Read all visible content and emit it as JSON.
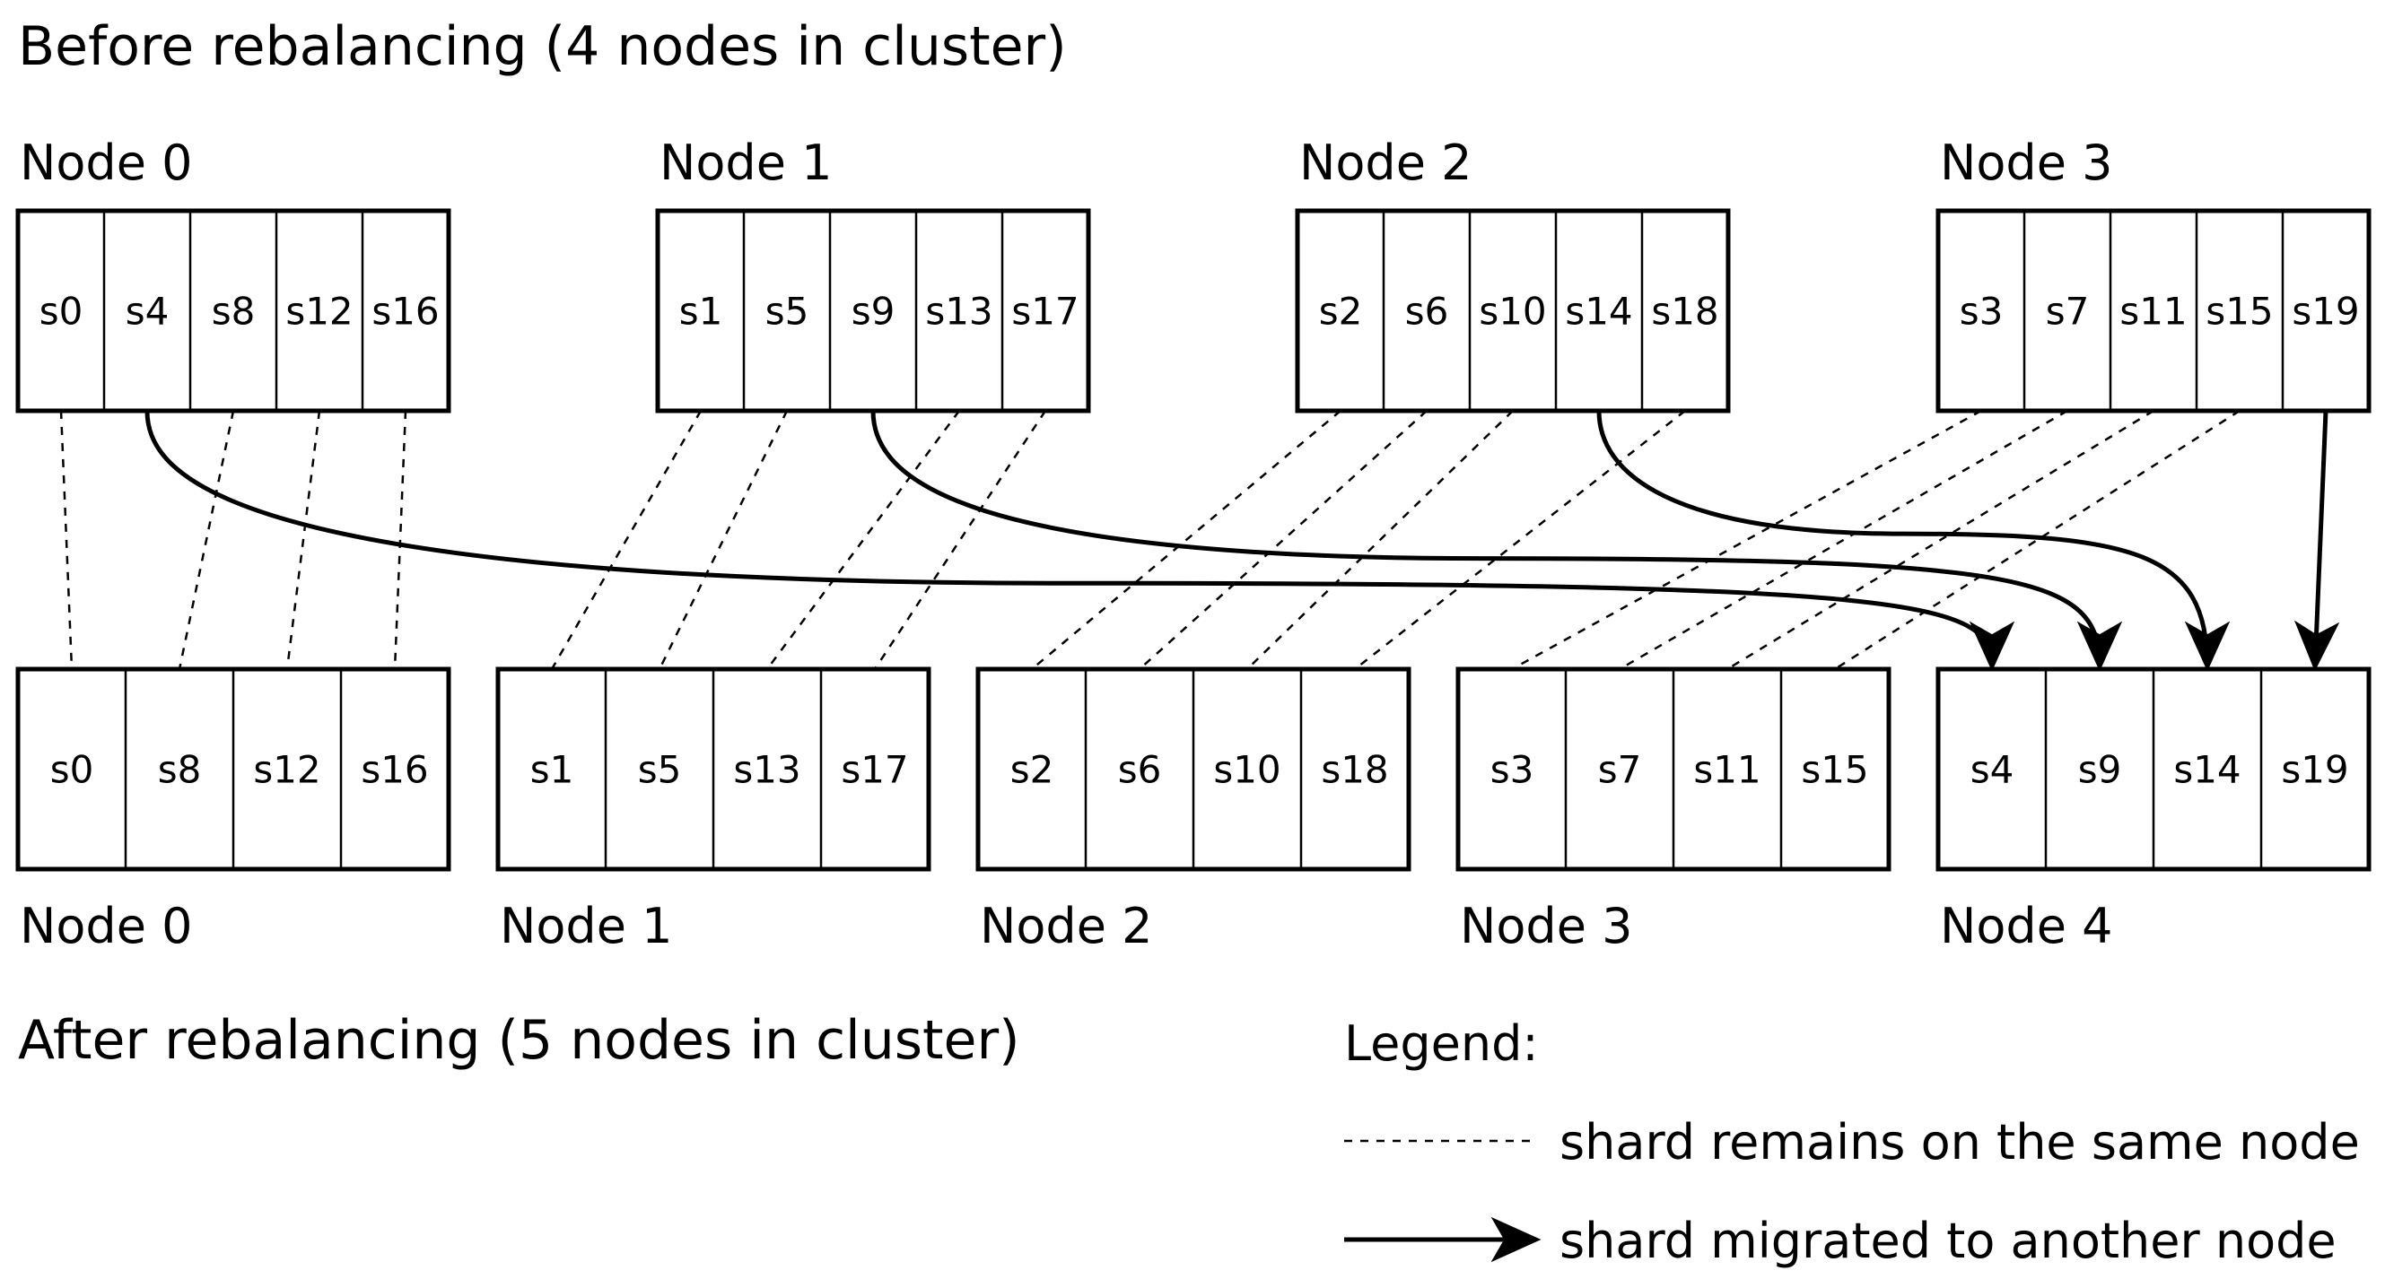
{
  "before": {
    "title": "Before rebalancing (4 nodes in cluster)",
    "nodes": [
      {
        "label": "Node 0",
        "shards": [
          "s0",
          "s4",
          "s8",
          "s12",
          "s16"
        ]
      },
      {
        "label": "Node 1",
        "shards": [
          "s1",
          "s5",
          "s9",
          "s13",
          "s17"
        ]
      },
      {
        "label": "Node 2",
        "shards": [
          "s2",
          "s6",
          "s10",
          "s14",
          "s18"
        ]
      },
      {
        "label": "Node 3",
        "shards": [
          "s3",
          "s7",
          "s11",
          "s15",
          "s19"
        ]
      }
    ]
  },
  "after": {
    "title": "After rebalancing (5 nodes in cluster)",
    "nodes": [
      {
        "label": "Node 0",
        "shards": [
          "s0",
          "s8",
          "s12",
          "s16"
        ]
      },
      {
        "label": "Node 1",
        "shards": [
          "s1",
          "s5",
          "s13",
          "s17"
        ]
      },
      {
        "label": "Node 2",
        "shards": [
          "s2",
          "s6",
          "s10",
          "s18"
        ]
      },
      {
        "label": "Node 3",
        "shards": [
          "s3",
          "s7",
          "s11",
          "s15"
        ]
      },
      {
        "label": "Node 4",
        "shards": [
          "s4",
          "s9",
          "s14",
          "s19"
        ]
      }
    ]
  },
  "legend": {
    "title": "Legend:",
    "remains": "shard remains on the same node",
    "migrated": "shard migrated to another node"
  }
}
